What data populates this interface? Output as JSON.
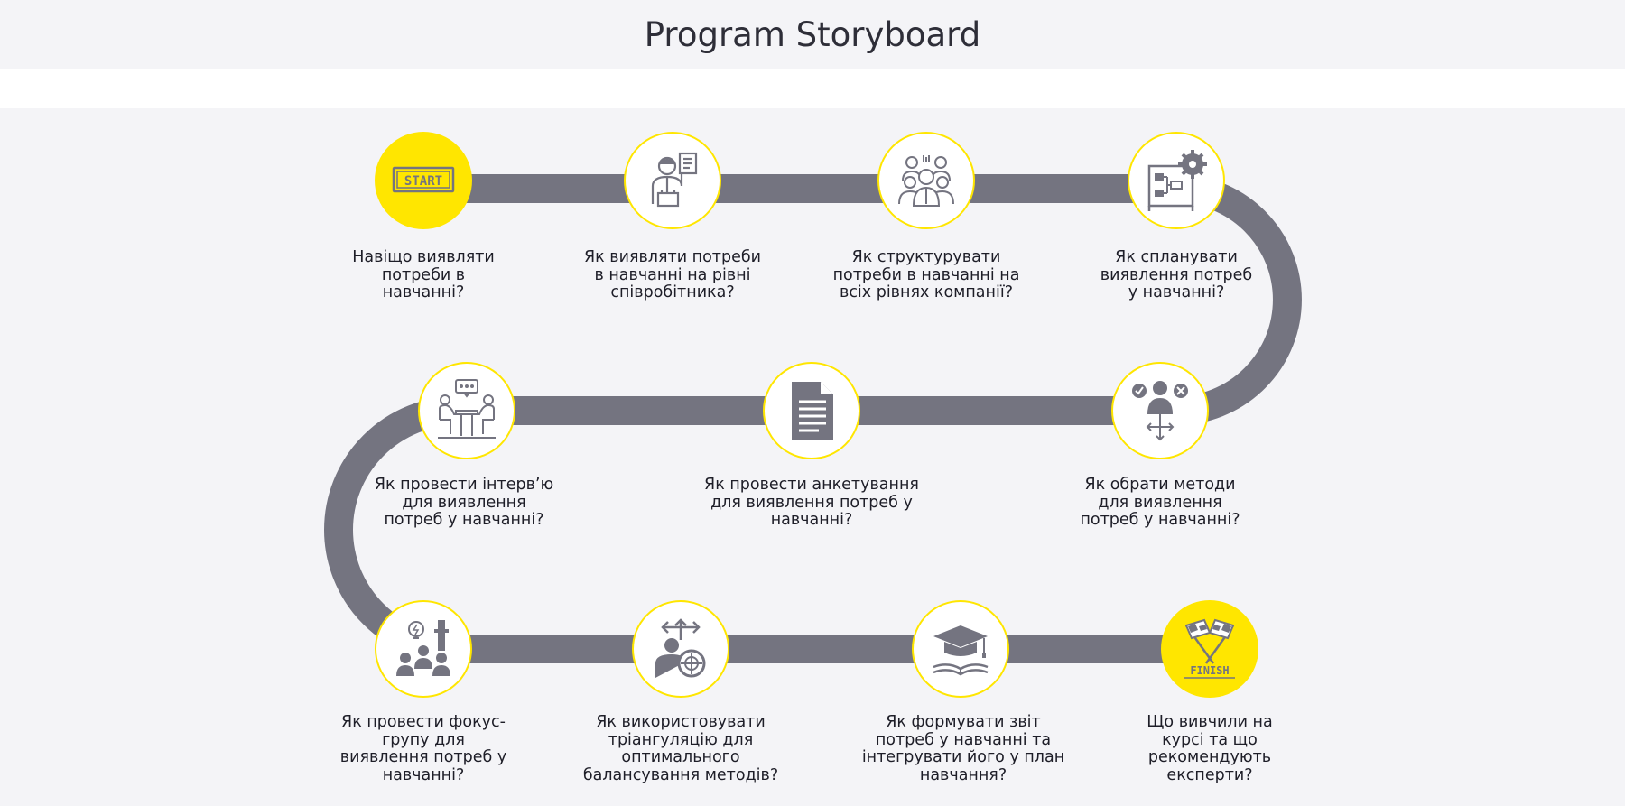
{
  "header": {
    "title": "Program Storyboard"
  },
  "colors": {
    "accent": "#ffe600",
    "track": "#747480",
    "icon": "#747480",
    "background": "#f4f4f7"
  },
  "steps": [
    {
      "icon": "start-icon",
      "badge": "START",
      "label": "Навіщо виявляти\nпотреби в\nнавчанні?"
    },
    {
      "icon": "employee-presenting-icon",
      "label": "Як виявляти потреби\nв навчанні на рівні\nспівробітника?"
    },
    {
      "icon": "team-group-icon",
      "label": "Як структурувати\nпотреби в навчанні на\nвсіх рівнях компанії?"
    },
    {
      "icon": "process-plan-gear-icon",
      "label": "Як спланувати\nвиявлення потреб\nу навчанні?"
    },
    {
      "icon": "person-choice-icon",
      "label": "Як обрати методи\nдля виявлення\nпотреб у навчанні?"
    },
    {
      "icon": "document-icon",
      "label": "Як провести анкетування\nдля виявлення потреб у\nнавчанні?"
    },
    {
      "icon": "interview-icon",
      "label": "Як провести інтерв’ю\nдля виявлення\nпотреб у навчанні?"
    },
    {
      "icon": "focus-group-icon",
      "label": "Як провести фокус-\nгрупу для\nвиявлення потреб у\nнавчанні?"
    },
    {
      "icon": "triangulation-icon",
      "label": "Як використовувати\nтріангуляцію для\nоптимального\nбалансування методів?"
    },
    {
      "icon": "graduation-cap-icon",
      "label": "Як формувати звіт\nпотреб у навчанні та\nінтегрувати його у план\nнавчання?"
    },
    {
      "icon": "finish-flags-icon",
      "badge": "FINISH",
      "label": "Що вивчили на\nкурсі та що\nрекомендують\nексперти?"
    }
  ]
}
